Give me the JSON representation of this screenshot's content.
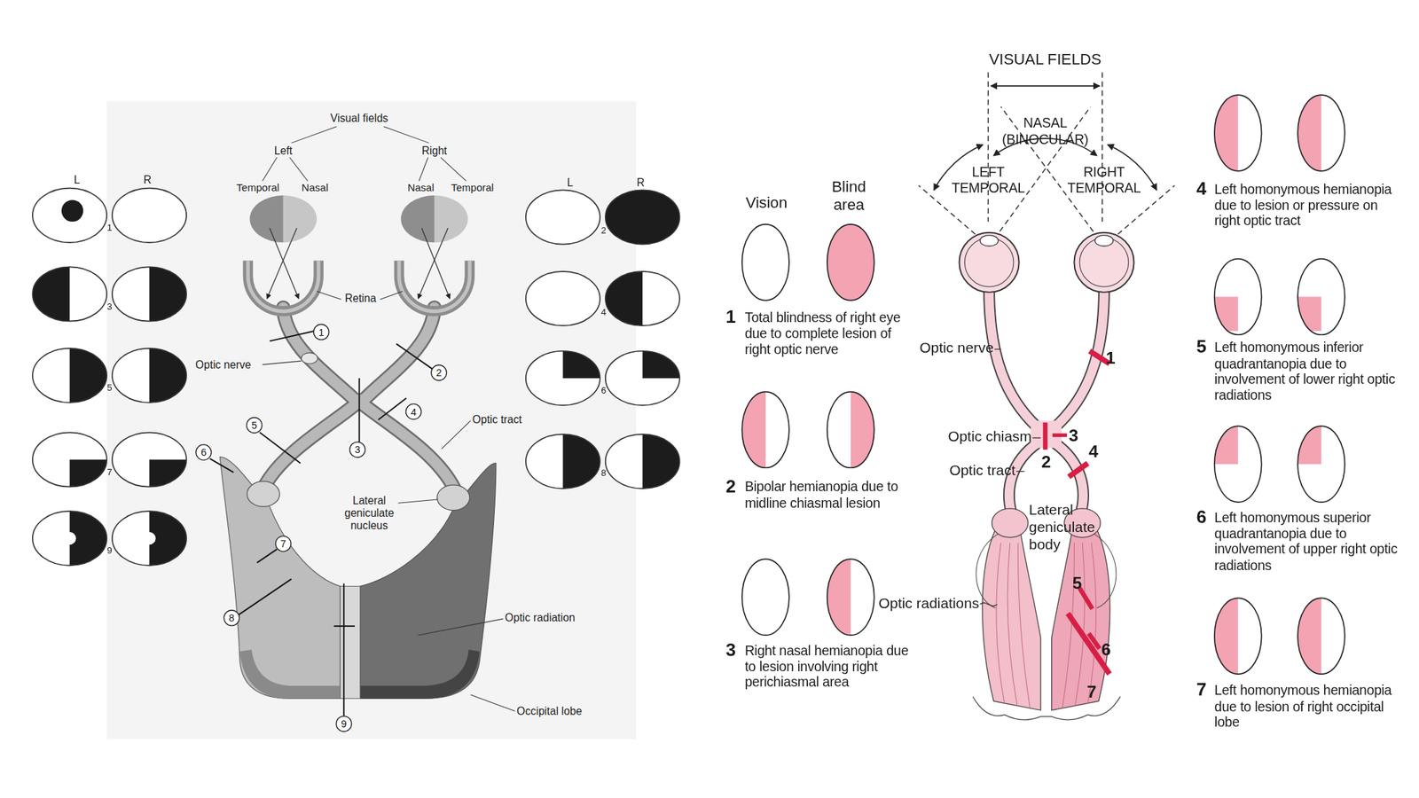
{
  "diagram": {
    "nodes": [
      {
        "text": [
          "1"
        ]
      },
      {
        "text": [
          "2"
        ]
      },
      {
        "text": [
          "3"
        ]
      },
      {
        "text": [
          "4"
        ]
      },
      {
        "text": [
          "5"
        ]
      },
      {
        "text": [
          "6"
        ]
      },
      {
        "text": [
          "7"
        ]
      },
      {
        "text": [
          "8"
        ]
      },
      {
        "text": [
          "9"
        ]
      }
    ],
    "labels": [
      "Visual fields",
      "Left",
      "Right",
      "Temporal",
      "Nasal",
      "Nasal",
      "Temporal",
      "Retina",
      "Optic nerve",
      "Optic tract",
      "Lateral geniculate nucleus",
      "Optic radiation",
      "Occipital lobe",
      "L",
      "R",
      "L",
      "R",
      "1",
      "3",
      "5",
      "7",
      "9",
      "2",
      "4",
      "6",
      "8",
      "VISUAL FIELDS",
      "NASAL (BINOCULAR)",
      "LEFT TEMPORAL",
      "RIGHT TEMPORAL",
      "Vision",
      "Blind area",
      "Optic nerve",
      "Optic chiasm",
      "Optic tract",
      "Lateral geniculate body",
      "Optic radiations",
      "1",
      "2",
      "3",
      "4",
      "5",
      "6",
      "7",
      "1",
      "Total blindness of right eye due to complete lesion of right optic nerve",
      "2",
      "Bipolar hemianopia due to midline chiasmal lesion",
      "3",
      "Right nasal hemianopia due to lesion involving right perichiasmal area",
      "4",
      "Left homonymous hemianopia due to lesion or pressure on right optic tract",
      "5",
      "Left homonymous inferior quadrantanopia due to involvement of lower right optic radiations",
      "6",
      "Left homonymous superior quadrantanopia due to involvement of upper right optic radiations",
      "7",
      "Left homonymous hemianopia due to lesion of right occipital lobe"
    ]
  }
}
